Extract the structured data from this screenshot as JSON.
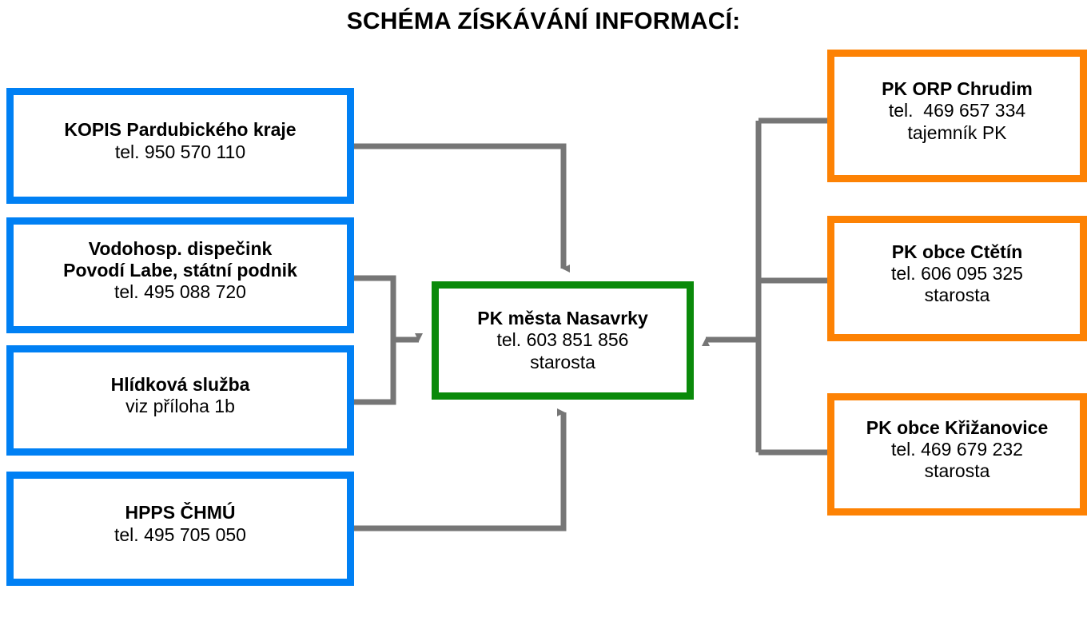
{
  "title": "SCHÉMA ZÍSKÁVÁNÍ INFORMACÍ:",
  "colors": {
    "source_blue": "#0080f4",
    "partner_orange": "#fd8204",
    "center_green": "#0a8a0a",
    "connector_gray": "#767676",
    "text_black": "#000000",
    "background": "#ffffff"
  },
  "center": {
    "name": "PK města Nasavrky",
    "phone": "tel. 603 851 856",
    "role": "starosta"
  },
  "left_sources": [
    {
      "name": "KOPIS Pardubického kraje",
      "phone": "tel. 950 570 110",
      "role": ""
    },
    {
      "name": "Vodohosp. dispečink",
      "name2": "Povodí Labe, státní podnik",
      "phone": "tel. 495 088 720",
      "role": ""
    },
    {
      "name": "Hlídková služba",
      "phone": "viz příloha 1b",
      "role": ""
    },
    {
      "name": "HPPS ČHMÚ",
      "phone": "tel. 495 705 050",
      "role": ""
    }
  ],
  "right_partners": [
    {
      "name": "PK ORP Chrudim",
      "phone": "tel.  469 657 334",
      "role": "tajemník PK"
    },
    {
      "name": "PK obce Ctětín",
      "phone": "tel. 606 095 325",
      "role": "starosta"
    },
    {
      "name": "PK obce Křižanovice",
      "phone": "tel. 469 679 232",
      "role": "starosta"
    }
  ],
  "connectors": [
    {
      "from": "KOPIS Pardubického kraje",
      "to": "PK města Nasavrky",
      "enters": "top"
    },
    {
      "from": "Vodohosp. dispečink Povodí Labe, státní podnik",
      "to": "PK města Nasavrky",
      "enters": "left"
    },
    {
      "from": "Hlídková služba",
      "to": "PK města Nasavrky",
      "enters": "left"
    },
    {
      "from": "HPPS ČHMÚ",
      "to": "PK města Nasavrky",
      "enters": "bottom"
    },
    {
      "from": "PK ORP Chrudim",
      "to": "PK města Nasavrky",
      "enters": "right"
    },
    {
      "from": "PK obce Ctětín",
      "to": "PK města Nasavrky",
      "enters": "right"
    },
    {
      "from": "PK obce Křižanovice",
      "to": "PK města Nasavrky",
      "enters": "right"
    }
  ]
}
